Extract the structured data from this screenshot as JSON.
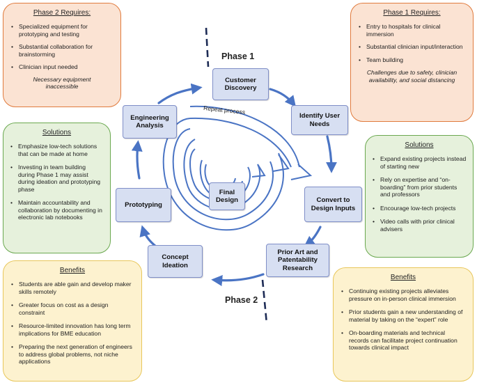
{
  "phase1_requires": {
    "title": "Phase 1 Requires:",
    "items": [
      "Entry to hospitals for clinical immersion",
      "Substantial clinician input/interaction",
      "Team building"
    ],
    "note": "Challenges due to safety, clinician availability, and social distancing"
  },
  "phase2_requires": {
    "title": "Phase 2 Requires:",
    "items": [
      "Specialized equipment for prototyping and testing",
      "Substantial collaboration for brainstorming",
      "Clinician input needed"
    ],
    "note": "Necessary equipment inaccessible"
  },
  "solutions_left": {
    "title": "Solutions",
    "items": [
      "Emphasize low-tech solutions that can be made at home",
      "Investing in team building during Phase 1 may assist during ideation and prototyping phase",
      "Maintain accountability and collaboration by documenting in electronic lab notebooks"
    ]
  },
  "solutions_right": {
    "title": "Solutions",
    "items": [
      "Expand existing projects instead of starting new",
      " Rely on expertise and “on-boarding” from prior students and professors",
      "Encourage low-tech projects",
      "Video calls with prior clinical advisers"
    ]
  },
  "benefits_left": {
    "title": "Benefits",
    "items": [
      "Students are able gain and develop maker skills remotely",
      "Greater focus on cost as a design constraint",
      "Resource-limited innovation has long term implications for BME education",
      "Preparing the next generation of engineers to address global problems, not niche applications"
    ]
  },
  "benefits_right": {
    "title": "Benefits",
    "items": [
      "Continuing existing projects alleviates pressure on in-person clinical immersion",
      "Prior students gain a new understanding of material by taking on the “expert” role",
      "On-boarding materials and technical records can facilitate project continuation towards clinical impact"
    ]
  },
  "phases": {
    "phase1": "Phase 1",
    "phase2": "Phase 2"
  },
  "stages": {
    "customer_discovery": "Customer Discovery",
    "identify_user_needs": "Identify User Needs",
    "convert_to_design_inputs": "Convert to Design Inputs",
    "prior_art": "Prior Art and Patentability Research",
    "concept_ideation": "Concept Ideation",
    "prototyping": "Prototyping",
    "engineering_analysis": "Engineering Analysis",
    "final_design": "Final Design"
  },
  "spiral_label": "Repeat process",
  "colors": {
    "orange_fill": "#fbe3d3",
    "orange_border": "#e07a3c",
    "green_fill": "#e6f1dc",
    "green_border": "#6aa84f",
    "yellow_fill": "#fdf2cf",
    "yellow_border": "#e8c65a",
    "stage_fill": "#d7dff2",
    "stage_border": "#7f8ec7",
    "arrow": "#4a74c4"
  }
}
